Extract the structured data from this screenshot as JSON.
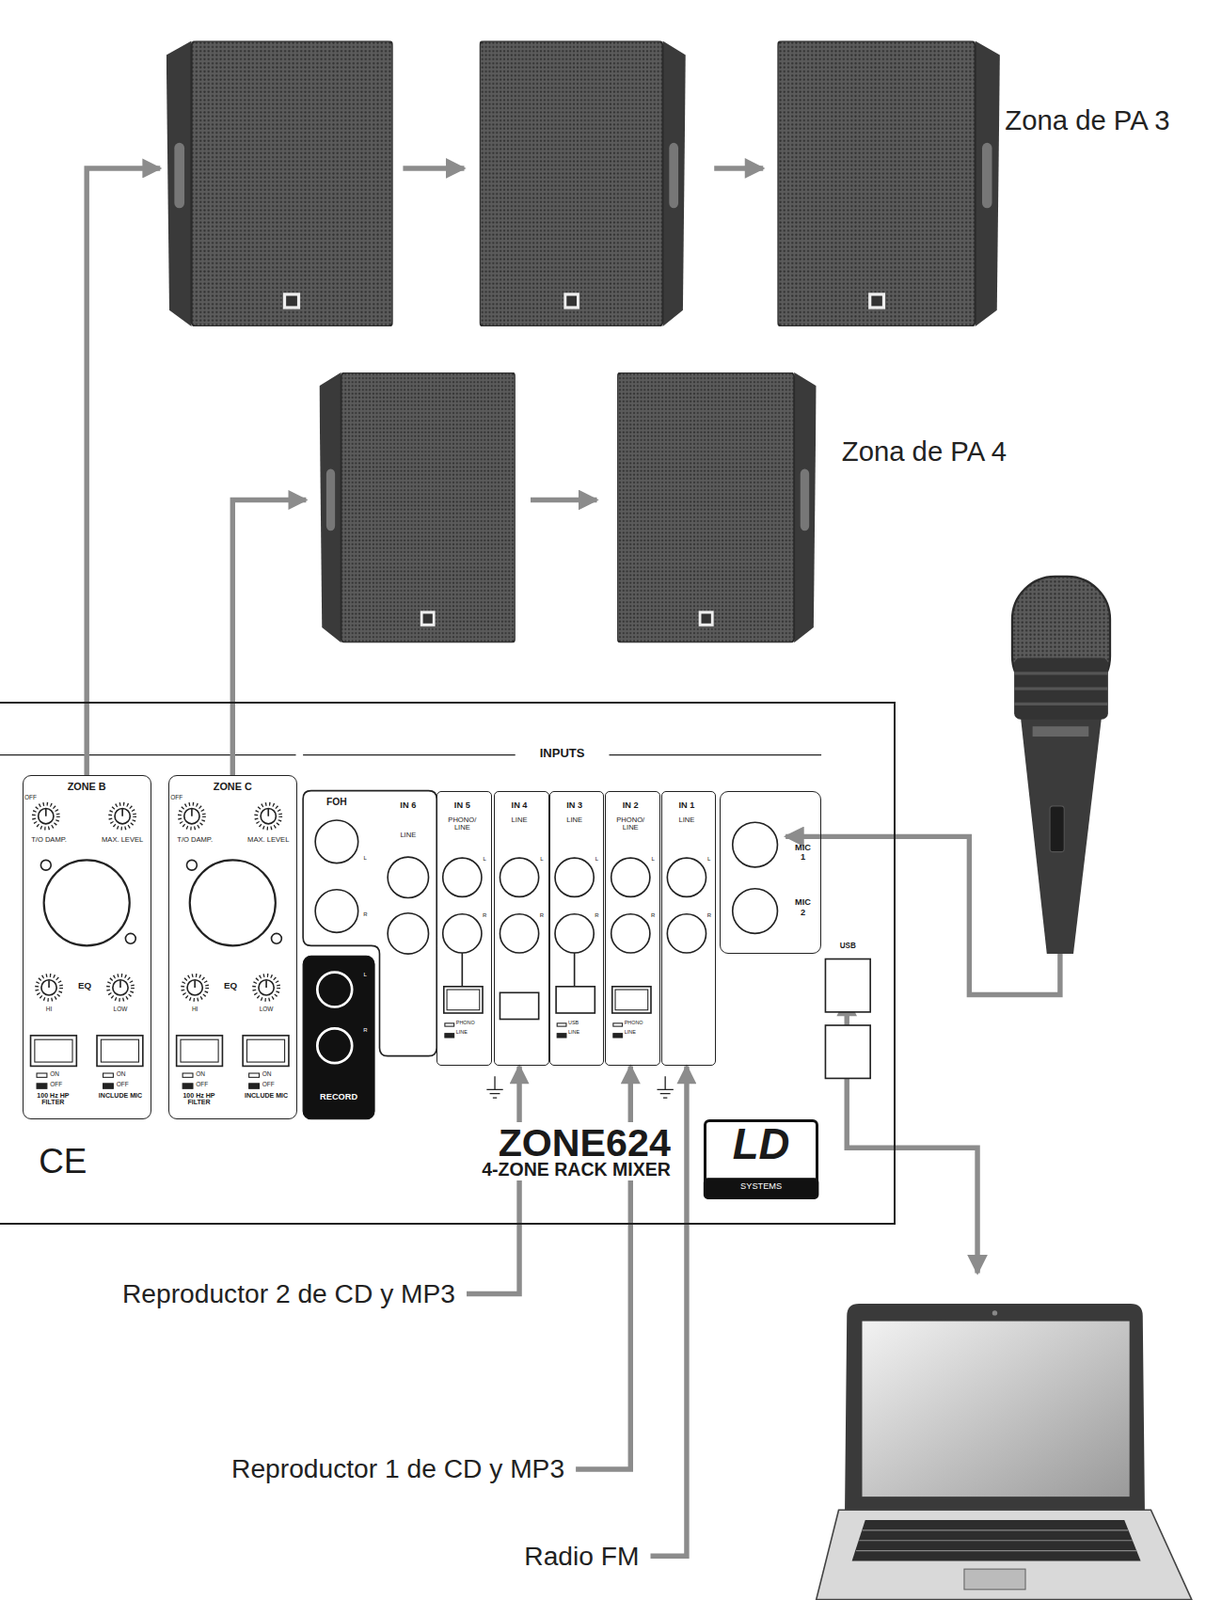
{
  "diagram": {
    "nodes": [
      {
        "text": [
          "Zona de PA 3"
        ]
      },
      {
        "text": [
          "Zona de PA 4"
        ]
      },
      {
        "text": [
          "INPUTS",
          "ZONE624",
          "4-ZONE RACK MIXER"
        ]
      },
      {
        "text": [
          "ZONE B",
          "OFF",
          "T/O DAMP.",
          "MAX. LEVEL",
          "EQ",
          "HI",
          "LOW",
          "ON",
          "OFF",
          "100 Hz HP FILTER",
          "ON",
          "OFF",
          "INCLUDE MIC"
        ],
        "in": 2
      },
      {
        "text": [
          "ZONE C",
          "OFF",
          "T/O DAMP.",
          "MAX. LEVEL",
          "EQ",
          "HI",
          "LOW",
          "ON",
          "OFF",
          "100 Hz HP FILTER",
          "ON",
          "OFF",
          "INCLUDE MIC"
        ],
        "in": 2
      },
      {
        "text": [
          "FOH",
          "L",
          "R",
          "IN 6",
          "LINE"
        ],
        "in": 2
      },
      {
        "text": [
          "L",
          "R",
          "RECORD"
        ],
        "in": 2
      },
      {
        "text": [
          "IN 5",
          "PHONO/ LINE",
          "L",
          "R",
          "PHONO",
          "LINE"
        ],
        "in": 2
      },
      {
        "text": [
          "IN 4",
          "LINE",
          "L",
          "R"
        ],
        "in": 2
      },
      {
        "text": [
          "IN 3",
          "LINE",
          "L",
          "R",
          "USB",
          "LINE"
        ],
        "in": 2
      },
      {
        "text": [
          "IN 2",
          "PHONO/ LINE",
          "L",
          "R",
          "PHONO",
          "LINE"
        ],
        "in": 2
      },
      {
        "text": [
          "IN 1",
          "LINE",
          "L",
          "R"
        ],
        "in": 2
      },
      {
        "text": [
          "MIC 1",
          "MIC 2"
        ],
        "in": 2
      },
      {
        "text": [
          "USB"
        ],
        "in": 2
      },
      {
        "text": [
          "LD",
          "SYSTEMS"
        ],
        "in": 2
      },
      {
        "text": [
          "Reproductor 2 de CD y MP3"
        ]
      },
      {
        "text": [
          "Reproductor 1 de CD y MP3"
        ]
      },
      {
        "text": [
          "Radio FM"
        ]
      }
    ],
    "edges": [
      {
        "from": 3,
        "to": 0,
        "arrow": "to"
      },
      {
        "from": 4,
        "to": 1,
        "arrow": "to"
      },
      {
        "from": 15,
        "to": 8,
        "arrow": "to"
      },
      {
        "from": 16,
        "to": 10,
        "arrow": "to"
      },
      {
        "from": 17,
        "to": 11,
        "arrow": "to"
      }
    ],
    "labels": [
      "CE"
    ]
  }
}
